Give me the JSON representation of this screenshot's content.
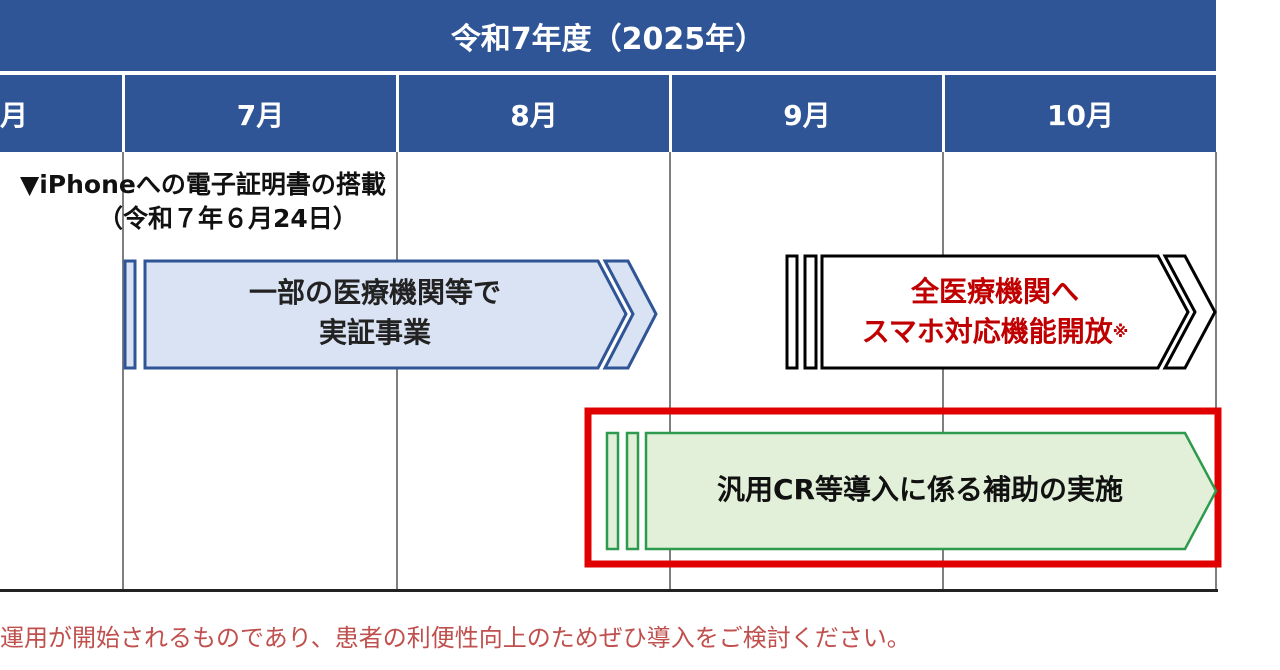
{
  "header": {
    "fiscal_year": "令和7年度（2025年）"
  },
  "months": [
    "月",
    "7月",
    "8月",
    "9月",
    "10月"
  ],
  "milestone": {
    "line1": "▼iPhoneへの電子証明書の搭載",
    "line2": "（令和７年６月24日）"
  },
  "arrows": [
    {
      "line1": "一部の医療機関等で",
      "line2": "実証事業",
      "fill": "#dae3f3",
      "stroke": "#2f5597",
      "text_color": "#222222"
    },
    {
      "line1": "全医療機関へ",
      "line2": "スマホ対応機能開放",
      "mark": "※",
      "fill": "#ffffff",
      "stroke": "#000000",
      "text_color": "#c00000"
    },
    {
      "line1": "汎用CR等導入に係る補助の実施",
      "fill": "#e2f0d9",
      "stroke": "#2e9a4e",
      "text_color": "#111111",
      "highlight": "#e00000"
    }
  ],
  "footnote": "運用が開始されるものであり、患者の利便性向上のためぜひ導入をご検討ください。"
}
